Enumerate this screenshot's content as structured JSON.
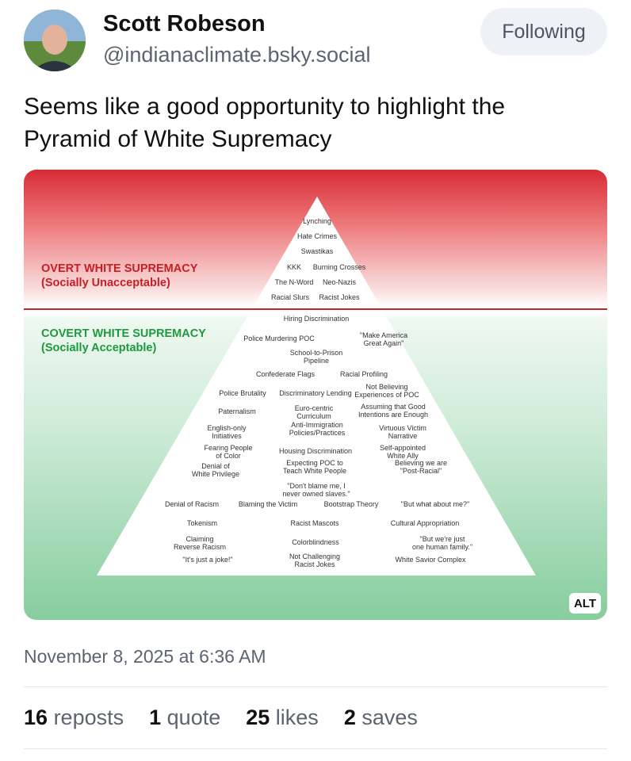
{
  "author": {
    "name": "Scott Robeson",
    "handle": "@indianaclimate.bsky.social",
    "follow_label": "Following"
  },
  "post": {
    "text": "Seems like a good opportunity to highlight the Pyramid of White Supremacy",
    "timestamp": "November 8, 2025 at 6:36 AM",
    "alt_badge": "ALT"
  },
  "image": {
    "overt_title": "OVERT WHITE SUPREMACY",
    "overt_subtitle": "(Socially Unacceptable)",
    "covert_title": "COVERT WHITE SUPREMACY",
    "covert_subtitle": "(Socially Acceptable)",
    "overt_items": [
      "Lynching",
      "Hate Crimes",
      "Swastikas",
      "KKK",
      "Burning Crosses",
      "The N-Word",
      "Neo-Nazis",
      "Racial Slurs",
      "Racist Jokes"
    ],
    "covert_items": [
      "Hiring Discrimination",
      "Police Murdering POC",
      "\"Make America Great Again\"",
      "School-to-Prison Pipeline",
      "Confederate Flags",
      "Racial Profiling",
      "Police Brutality",
      "Discriminatory Lending",
      "Not Believing Experiences of POC",
      "Paternalism",
      "Euro-centric Curriculum",
      "Assuming that Good Intentions are Enough",
      "English-only Initiatives",
      "Anti-Immigration Policies/Practices",
      "Virtuous Victim Narrative",
      "Fearing People of Color",
      "Housing Discrimination",
      "Self-appointed White Ally",
      "Denial of White Privilege",
      "Expecting POC to Teach White People",
      "Believing we are \"Post-Racial\"",
      "\"Don't blame me, I never owned slaves.\"",
      "Denial of Racism",
      "Blaming the Victim",
      "Bootstrap Theory",
      "\"But what about me?\"",
      "Tokenism",
      "Racist Mascots",
      "Cultural Appropriation",
      "Claiming Reverse Racism",
      "Colorblindness",
      "\"But we're just one human family.\"",
      "\"It's just a joke!\"",
      "Not Challenging Racist Jokes",
      "White Savior Complex"
    ]
  },
  "stats": [
    {
      "count": "16",
      "label": "reposts"
    },
    {
      "count": "1",
      "label": "quote"
    },
    {
      "count": "25",
      "label": "likes"
    },
    {
      "count": "2",
      "label": "saves"
    }
  ],
  "colors": {
    "overt": "#c81e26",
    "covert": "#1d9a3c",
    "muted": "#5b6470"
  }
}
